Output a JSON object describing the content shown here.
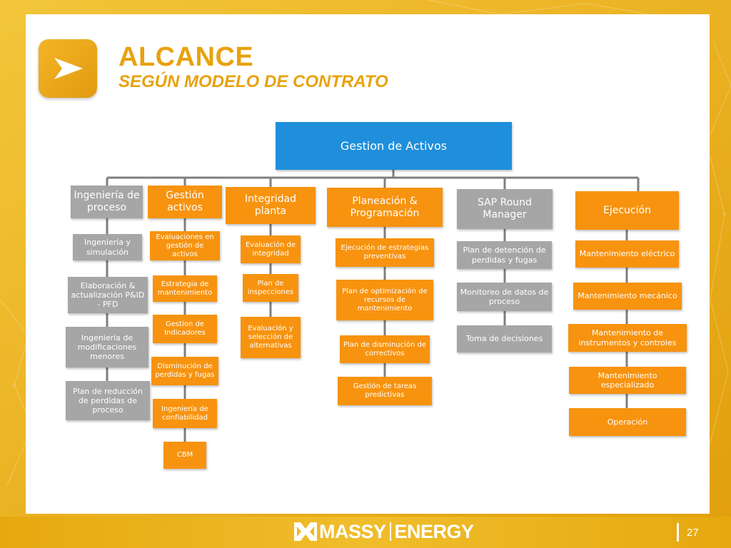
{
  "header": {
    "title": "ALCANCE",
    "subtitle": "SEGÚN MODELO DE CONTRATO"
  },
  "diagram": {
    "root": "Gestion de Activos",
    "branches": [
      {
        "label": "Ingeniería de proceso",
        "color": "#a6a6a6",
        "items": [
          "Ingeniería y simulación",
          "Elaboración & actualización P&ID - PFD",
          "Ingeniería de modificaciones menores",
          "Plan de reducción de perdidas de proceso"
        ]
      },
      {
        "label": "Gestión activos",
        "color": "#f7930f",
        "items": [
          "Evaluaciones en gestión de activos",
          "Estrategia de mantenimiento",
          "Gestion de Indicadores",
          "Disminución de perdidas y fugas",
          "Ingeniería de confiabilidad",
          "CBM"
        ]
      },
      {
        "label": "Integridad planta",
        "color": "#f7930f",
        "items": [
          "Evaluación de integridad",
          "Plan de inspecciones",
          "Evaluación y selección de alternativas"
        ]
      },
      {
        "label": "Planeación & Programación",
        "color": "#f7930f",
        "items": [
          "Ejecución de estrategias preventivas",
          "Plan de optimización de recursos de mantenimiento",
          "Plan de disminución de correctivos",
          "Gestión de tareas predictivas"
        ]
      },
      {
        "label": "SAP Round Manager",
        "color": "#a6a6a6",
        "items": [
          "Plan de detención de perdidas y fugas",
          "Monitoreo de datos de proceso",
          "Toma de decisiones"
        ]
      },
      {
        "label": "Ejecución",
        "color": "#f7930f",
        "items": [
          "Mantenimiento eléctrico",
          "Mantenimiento mecánico",
          "Mantenimiento de instrumentos y controles",
          "Mantenimiento especializado",
          "Operación"
        ]
      }
    ]
  },
  "footer": {
    "brand_left": "MASSY",
    "brand_right": "ENERGY",
    "page_number": "27"
  },
  "colors": {
    "accent": "#e8a20e",
    "root_blue": "#1f8fdb",
    "node_orange": "#f7930f",
    "node_gray": "#a6a6a6",
    "frame_gold": "#e6a80f"
  }
}
